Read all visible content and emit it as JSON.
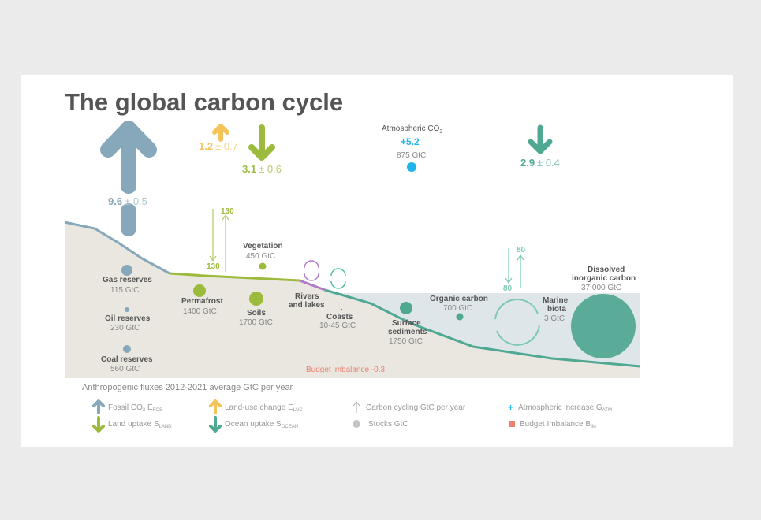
{
  "title": "The global carbon cycle",
  "fluxes": {
    "fossil": {
      "value": "9.6",
      "uncertainty": "± 0.5",
      "color": "#87a7ba"
    },
    "land_use": {
      "value": "1.2",
      "uncertainty": "± 0.7",
      "color": "#f4c35a"
    },
    "land_uptake": {
      "value": "3.1",
      "uncertainty": "± 0.6",
      "color": "#9cba3c"
    },
    "ocean_uptake": {
      "value": "2.9",
      "uncertainty": "± 0.4",
      "color": "#4fa892"
    },
    "atmosphere": {
      "label": "Atmospheric CO",
      "sub": "2",
      "increase": "+5.2",
      "stock": "875 GtC",
      "color": "#1fb5ea"
    }
  },
  "cycling": {
    "land_down": "130",
    "land_up": "130",
    "ocean_down": "80",
    "ocean_up": "80"
  },
  "stocks": {
    "gas": {
      "name": "Gas reserves",
      "value": "115 GtC"
    },
    "oil": {
      "name": "Oil reserves",
      "value": "230 GtC"
    },
    "coal": {
      "name": "Coal reserves",
      "value": "560 GtC"
    },
    "permafrost": {
      "name": "Permafrost",
      "value": "1400 GtC"
    },
    "vegetation": {
      "name": "Vegetation",
      "value": "450 GtC"
    },
    "soils": {
      "name": "Soils",
      "value": "1700 GtC"
    },
    "rivers": {
      "name1": "Rivers",
      "name2": "and lakes"
    },
    "coasts": {
      "name": "Coasts",
      "value": "10-45 GtC"
    },
    "sediments": {
      "name1": "Surface",
      "name2": "sediments",
      "value": "1750 GtC"
    },
    "organic": {
      "name": "Organic carbon",
      "value": "700 GtC"
    },
    "biota": {
      "name1": "Marine",
      "name2": "biota",
      "value": "3 GtC"
    },
    "dic": {
      "name1": "Dissolved",
      "name2": "inorganic carbon",
      "value": "37,000 GtC"
    }
  },
  "budget_imbalance": "Budget imbalance -0.3",
  "legend": {
    "heading": "Anthropogenic fluxes 2012-2021 average GtC per year",
    "items": [
      {
        "label": "Fossil CO",
        "sub1": "2",
        "mid": " E",
        "sub2": "FOS"
      },
      {
        "label": "Land-use change E",
        "sub2": "LUC"
      },
      {
        "label": "Carbon cycling GtC per year"
      },
      {
        "label": "Atmospheric increase G",
        "sub2": "ATM"
      },
      {
        "label": "Land uptake S",
        "sub2": "LAND"
      },
      {
        "label": "Ocean uptake S",
        "sub2": "OCEAN"
      },
      {
        "label": "Stocks GtC"
      },
      {
        "label": "Budget Imbalance B",
        "sub2": "IM"
      }
    ]
  }
}
